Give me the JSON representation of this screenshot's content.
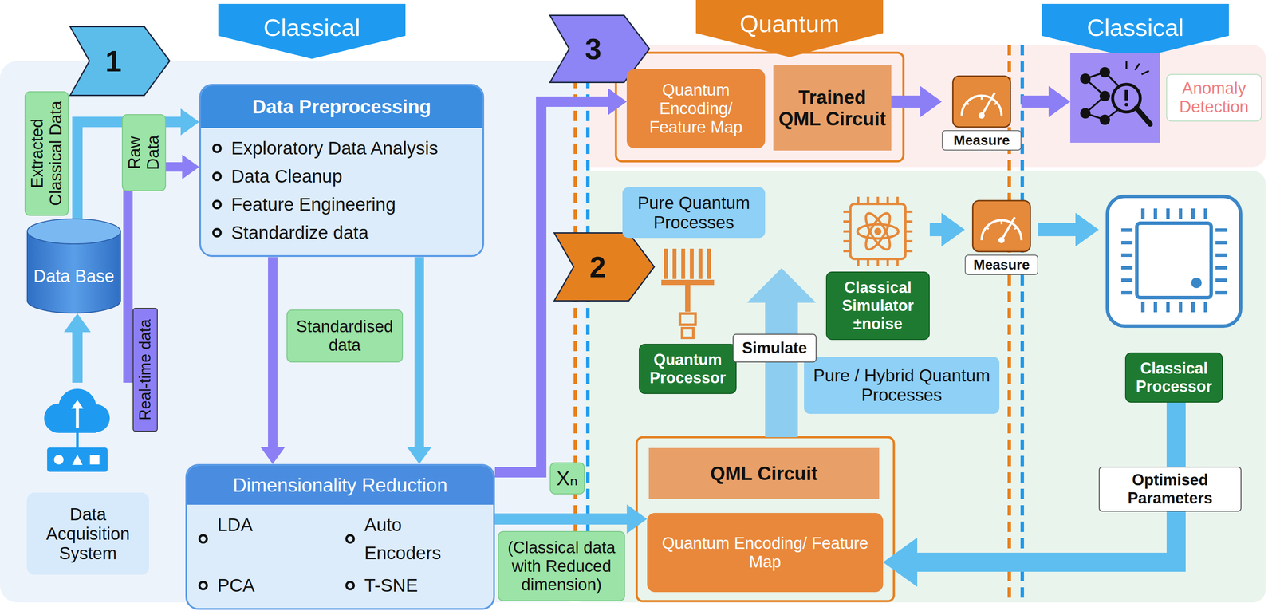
{
  "diagram": {
    "nodes": [
      {
        "text": [
          "Classical"
        ]
      },
      {
        "text": [
          "Quantum"
        ]
      },
      {
        "text": [
          "Classical"
        ]
      },
      {
        "text": [
          "1"
        ]
      },
      {
        "text": [
          "3"
        ]
      },
      {
        "text": [
          "2"
        ]
      },
      {
        "text": [
          "Data Base"
        ]
      },
      {
        "text": [
          "Data Acquisition System"
        ]
      },
      {
        "text": [
          "Data Preprocessing",
          "Exploratory Data Analysis",
          "Data Cleanup",
          "Feature Engineering",
          "Standardize data"
        ]
      },
      {
        "text": [
          "Dimensionality Reduction",
          "LDA",
          "Auto Encoders",
          "PCA",
          "T-SNE"
        ]
      },
      {
        "text": [
          "Quantum Encoding/ Feature Map"
        ]
      },
      {
        "text": [
          "Trained QML Circuit"
        ]
      },
      {
        "text": [
          "Measure"
        ]
      },
      {
        "text": [
          "Anomaly Detection"
        ]
      },
      {
        "text": [
          "Pure Quantum Processes"
        ]
      },
      {
        "text": [
          "Quantum Processor"
        ]
      },
      {
        "text": [
          "Classical Simulator ±noise"
        ]
      },
      {
        "text": [
          "Measure"
        ]
      },
      {
        "text": [
          "Classical Processor"
        ]
      },
      {
        "text": [
          "Pure / Hybrid Quantum Processes"
        ]
      },
      {
        "text": [
          "QML Circuit"
        ]
      },
      {
        "text": [
          "Quantum Encoding/ Feature Map"
        ]
      },
      {
        "text": [
          "Raw Data"
        ]
      },
      {
        "text": [
          "Standardised data"
        ]
      },
      {
        "text": [
          "(Classical data with Reduced dimension)"
        ]
      },
      {
        "text": [
          "Simulate"
        ]
      }
    ],
    "edges": [
      {
        "from": 7,
        "to": 6,
        "arrow": "to"
      },
      {
        "from": 6,
        "to": 8,
        "label": "Extracted Classical Data",
        "arrow": "to"
      },
      {
        "from": 7,
        "to": 8,
        "label": "Real-time data",
        "arrow": "to"
      },
      {
        "from": 8,
        "to": 9,
        "arrow": "to"
      },
      {
        "from": 8,
        "to": 9,
        "arrow": "to"
      },
      {
        "from": 9,
        "to": 10,
        "label": "Xₙ",
        "arrow": "to"
      },
      {
        "from": 9,
        "to": 21,
        "arrow": "to"
      },
      {
        "from": 11,
        "to": 12,
        "arrow": "to"
      },
      {
        "from": 12,
        "to": 13,
        "arrow": "to"
      },
      {
        "from": 16,
        "to": 17,
        "arrow": "to"
      },
      {
        "from": 17,
        "to": 18,
        "arrow": "to"
      },
      {
        "from": 18,
        "to": 21,
        "label": "Optimised Parameters",
        "arrow": "to"
      }
    ]
  }
}
